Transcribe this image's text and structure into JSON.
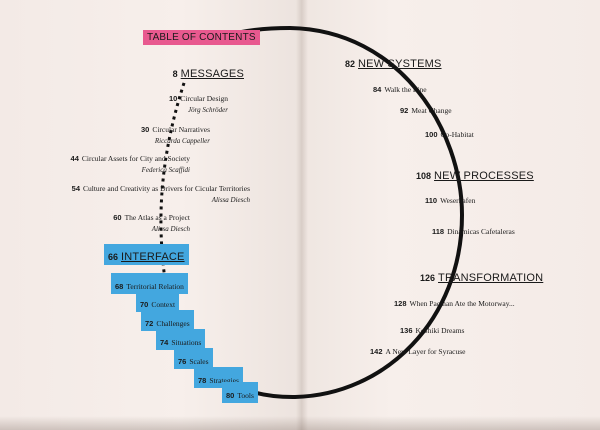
{
  "toc_label": "TABLE OF CONTENTS",
  "messages": {
    "page": "8",
    "title": "MESSAGES"
  },
  "messages_entries": [
    {
      "page": "10",
      "title": "Circular Design",
      "author": "Jörg Schröder"
    },
    {
      "page": "30",
      "title": "Circular Narratives",
      "author": "Riccarda Cappeller"
    },
    {
      "page": "44",
      "title": "Circular Assets for City and Society",
      "author": "Federica Scaffidi"
    },
    {
      "page": "54",
      "title": "Culture and Creativity as Drivers for Cicular Territories",
      "author": "Alissa Diesch"
    },
    {
      "page": "60",
      "title": "The Atlas as a Project",
      "author": "Alissa Diesch"
    }
  ],
  "interface": {
    "page": "66",
    "title": "INTERFACE"
  },
  "interface_entries": [
    {
      "page": "68",
      "title": "Territorial Relation"
    },
    {
      "page": "70",
      "title": "Context"
    },
    {
      "page": "72",
      "title": "Challenges"
    },
    {
      "page": "74",
      "title": "Situations"
    },
    {
      "page": "76",
      "title": "Scales"
    },
    {
      "page": "78",
      "title": "Strategies"
    },
    {
      "page": "80",
      "title": "Tools"
    }
  ],
  "new_systems": {
    "page": "82",
    "title": "NEW SYSTEMS"
  },
  "new_systems_entries": [
    {
      "page": "84",
      "title": "Walk the Line"
    },
    {
      "page": "92",
      "title": "Meat Change"
    },
    {
      "page": "100",
      "title": "Co-Habitat"
    }
  ],
  "new_processes": {
    "page": "108",
    "title": "NEW PROCESSES"
  },
  "new_processes_entries": [
    {
      "page": "110",
      "title": "Weserhafen"
    },
    {
      "page": "118",
      "title": "Dinámicas Cafetaleras"
    }
  ],
  "transformation": {
    "page": "126",
    "title": "TRANSFORMATION"
  },
  "transformation_entries": [
    {
      "page": "128",
      "title": "When Pacman Ate the Motorway..."
    },
    {
      "page": "136",
      "title": "Koshiki Dreams"
    },
    {
      "page": "142",
      "title": "A New Layer for Syracuse"
    }
  ],
  "colors": {
    "pink_label": "#e8598f",
    "blue_label": "#43a7df",
    "arc": "#111111"
  }
}
